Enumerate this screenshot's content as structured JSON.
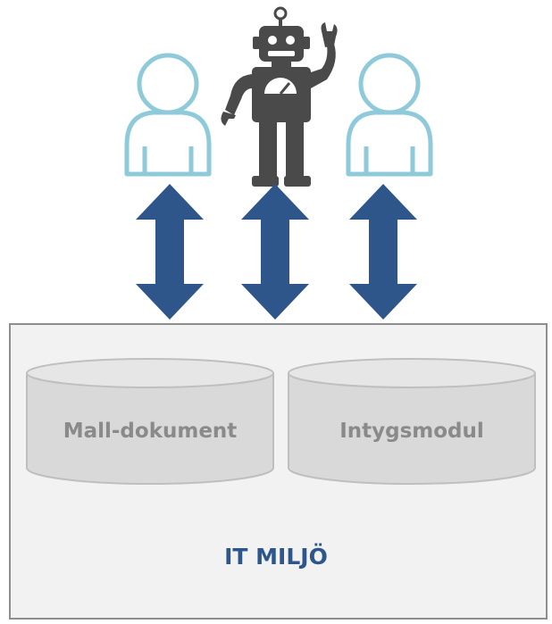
{
  "colors": {
    "person_outline": "#8fcadb",
    "robot": "#4a4a4a",
    "arrow": "#2f568b",
    "environment_fill": "#f2f2f2",
    "environment_border": "#8e8e8e",
    "database_fill": "#d9d9d9",
    "database_label": "#8a8a8a",
    "environment_label": "#2f568b"
  },
  "actors": [
    {
      "icon": "person-icon"
    },
    {
      "icon": "robot-icon"
    },
    {
      "icon": "person-icon"
    }
  ],
  "databases": [
    {
      "label": "Mall-dokument"
    },
    {
      "label": "Intygsmodul"
    }
  ],
  "environment": {
    "label": "IT MILJÖ"
  }
}
